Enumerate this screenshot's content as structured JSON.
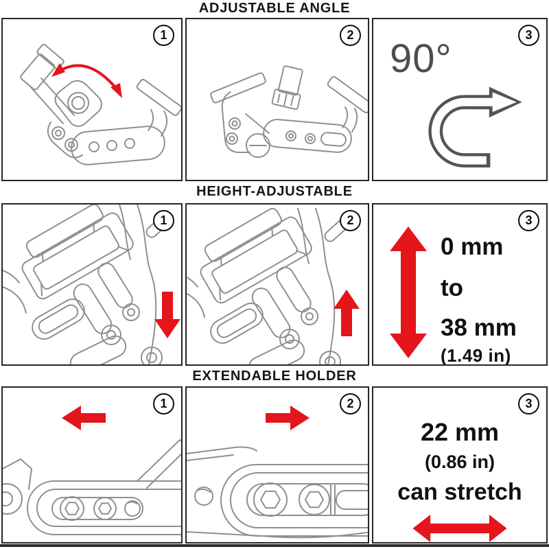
{
  "colors": {
    "arrow_red": "#e4151b",
    "arrow_gray": "#545454",
    "line_art_gray": "#8f8f8f",
    "panel_border": "#262626",
    "text_black": "#111111"
  },
  "sections": [
    {
      "title": "ADJUSTABLE ANGLE",
      "panels": [
        {
          "number": "1",
          "icon": "rotation-arc-red-arrow",
          "drawing": "lever-device-angled"
        },
        {
          "number": "2",
          "icon": "",
          "drawing": "lever-device-folded"
        },
        {
          "number": "3",
          "angle": "90°",
          "icon": "u-turn-right-arrow"
        }
      ]
    },
    {
      "title": "HEIGHT-ADJUSTABLE",
      "panels": [
        {
          "number": "1",
          "icon": "red-arrow-down",
          "drawing": "bracket-closeup"
        },
        {
          "number": "2",
          "icon": "red-arrow-up",
          "drawing": "bracket-closeup"
        },
        {
          "number": "3",
          "icon": "red-double-arrow-vertical",
          "lines": [
            "0 mm",
            "to",
            "38 mm",
            "(1.49 in)"
          ]
        }
      ]
    },
    {
      "title": "EXTENDABLE HOLDER",
      "panels": [
        {
          "number": "1",
          "icon": "red-arrow-left",
          "drawing": "holder-arm-closeup"
        },
        {
          "number": "2",
          "icon": "red-arrow-right",
          "drawing": "holder-arm-extended-closeup"
        },
        {
          "number": "3",
          "icon": "red-double-arrow-horizontal",
          "lines": [
            "22 mm",
            "(0.86 in)",
            "can stretch"
          ]
        }
      ]
    }
  ]
}
